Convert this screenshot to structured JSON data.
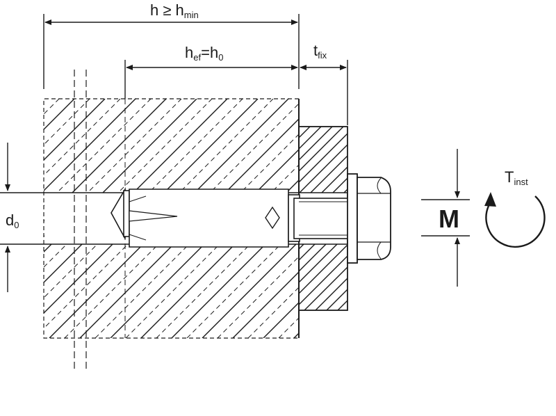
{
  "labels": {
    "h_total": {
      "main": "h ≥ h",
      "sub": "min"
    },
    "h_ef": {
      "main": "h",
      "sub1": "ef",
      "mid": "=h",
      "sub2": "0"
    },
    "t_fix": {
      "main": "t",
      "sub": "fix"
    },
    "d0": {
      "main": "d",
      "sub": "0"
    },
    "M": "M",
    "T_inst": {
      "main": "T",
      "sub": "inst"
    }
  },
  "colors": {
    "line": "#1a1a1a",
    "background": "#ffffff"
  }
}
